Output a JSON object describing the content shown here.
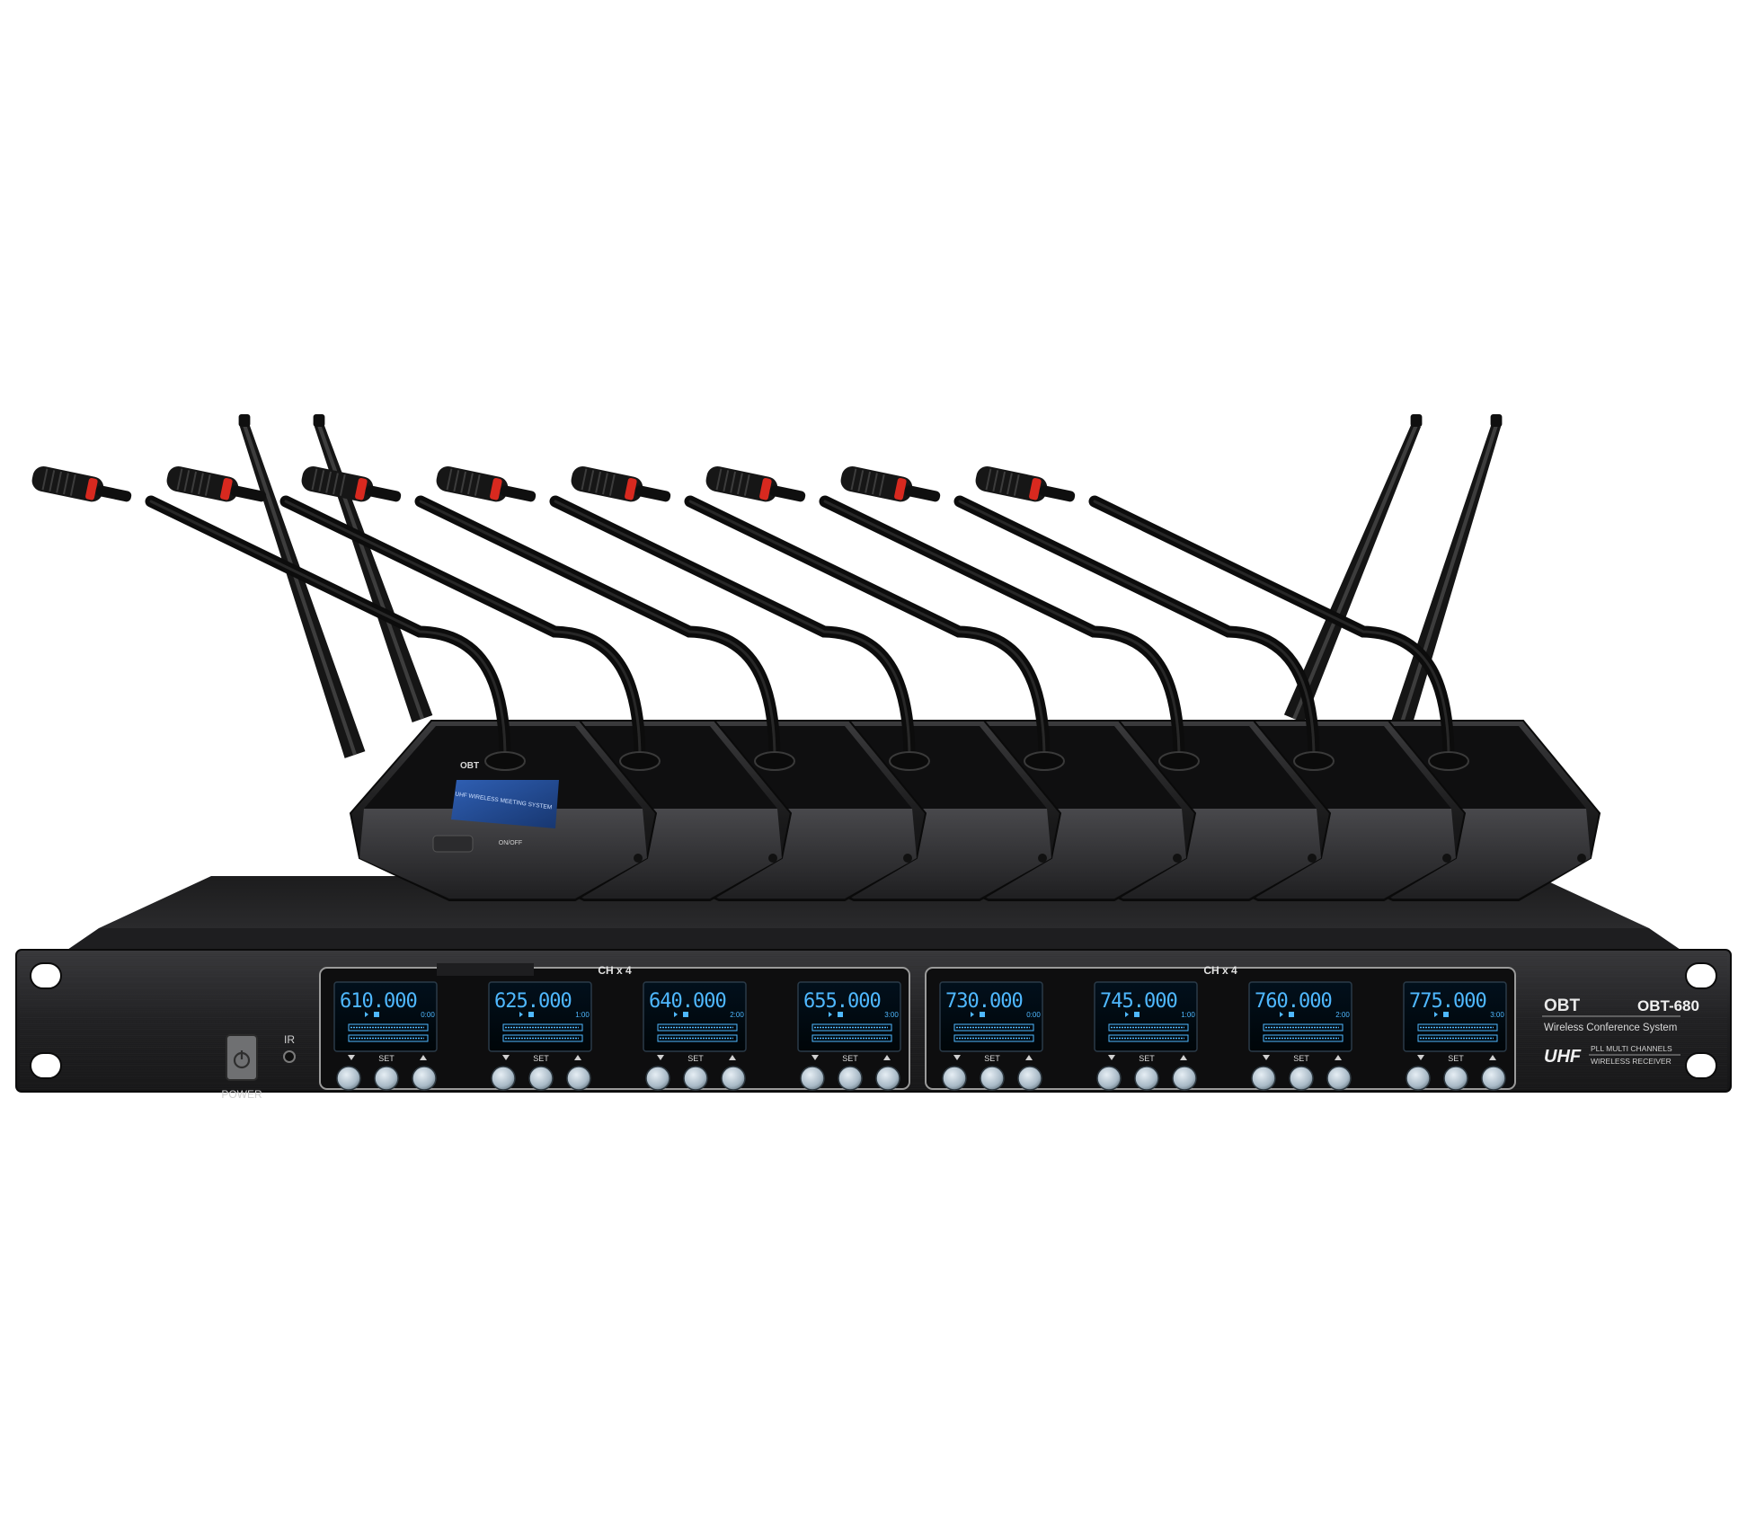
{
  "product": {
    "brand": "OBT",
    "model": "OBT-680",
    "subtitle": "Wireless Conference System",
    "band": "UHF",
    "desc_line1": "PLL MULTI CHANNELS",
    "desc_line2": "WIRELESS RECEIVER"
  },
  "receiver": {
    "power_label": "POWER",
    "ir_label": "IR",
    "group_left_label": "CH x 4",
    "group_right_label": "CH x 4",
    "set_label": "SET",
    "channels": [
      {
        "freq": "610.000",
        "level": "0:00"
      },
      {
        "freq": "625.000",
        "level": "1:00"
      },
      {
        "freq": "640.000",
        "level": "2:00"
      },
      {
        "freq": "655.000",
        "level": "3:00"
      },
      {
        "freq": "730.000",
        "level": "0:00"
      },
      {
        "freq": "745.000",
        "level": "1:00"
      },
      {
        "freq": "760.000",
        "level": "2:00"
      },
      {
        "freq": "775.000",
        "level": "3:00"
      }
    ]
  },
  "microphone_unit": {
    "count": 8,
    "screen_text": "UHF WIRELESS MEETING SYSTEM",
    "button_label": "ON/OFF"
  },
  "colors": {
    "lcd_text": "#4fb8ff",
    "lcd_bg": "#000a14",
    "mic_ring": "#d8291f",
    "panel": "#1f1f21",
    "button": "#b7c7d3"
  }
}
